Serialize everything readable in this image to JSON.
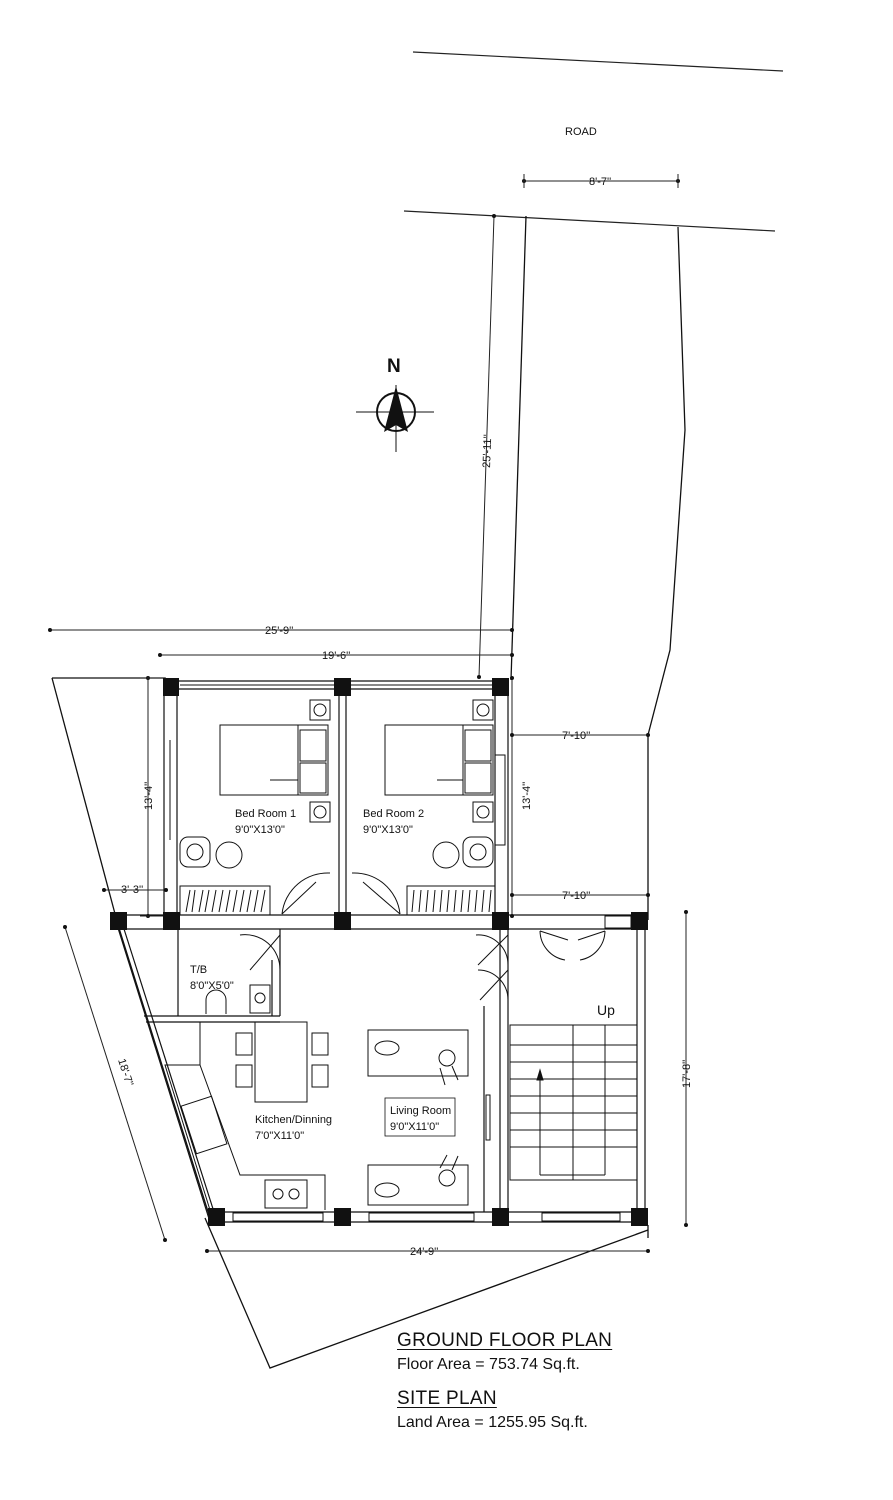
{
  "road_label": "ROAD",
  "north_label": "N",
  "dimensions": {
    "road_frontage": "8'-7''",
    "east_boundary": "25'-11''",
    "plot_width_top": "25'-9''",
    "building_width_top": "19'-6''",
    "bedroom_depth_left": "13'-4''",
    "bedroom_depth_right": "13'-4''",
    "right_setback_top": "7'-10''",
    "right_setback_bottom": "7'-10''",
    "left_setback": "3'-3''",
    "southwest_boundary": "18'-7''",
    "east_height": "17'-8''",
    "bottom_width": "24'-9''"
  },
  "rooms": {
    "bedroom1": {
      "name": "Bed Room 1",
      "size": "9'0\"X13'0\""
    },
    "bedroom2": {
      "name": "Bed Room 2",
      "size": "9'0\"X13'0\""
    },
    "toilet": {
      "name": "T/B",
      "size": "8'0\"X5'0\""
    },
    "kitchen": {
      "name": "Kitchen/Dinning",
      "size": "7'0\"X11'0\""
    },
    "living": {
      "name": "Living Room",
      "size": "9'0\"X11'0\""
    },
    "stair_up": "Up"
  },
  "legend": {
    "ground_floor_title": "GROUND FLOOR PLAN",
    "floor_area": "Floor Area = 753.74 Sq.ft.",
    "site_plan_title": "SITE PLAN",
    "land_area": "Land Area = 1255.95 Sq.ft."
  }
}
